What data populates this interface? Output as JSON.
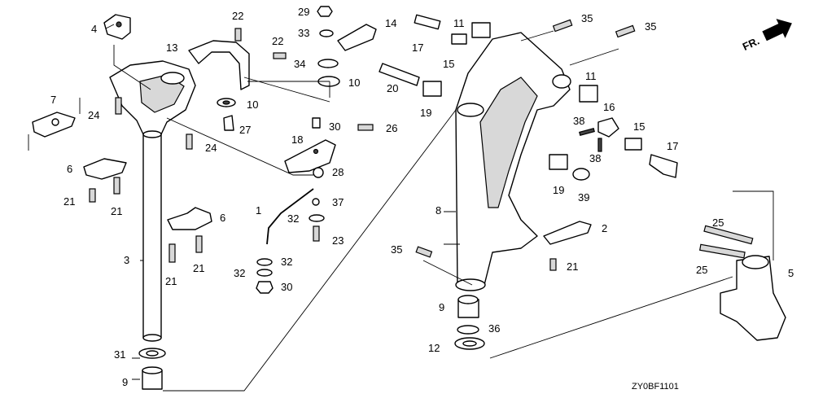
{
  "diagram": {
    "callouts": [
      {
        "id": "c4",
        "text": "4"
      },
      {
        "id": "c7",
        "text": "7"
      },
      {
        "id": "c24a",
        "text": "24"
      },
      {
        "id": "c24b",
        "text": "24"
      },
      {
        "id": "c6a",
        "text": "6"
      },
      {
        "id": "c21a",
        "text": "21"
      },
      {
        "id": "c21b",
        "text": "21"
      },
      {
        "id": "c6b",
        "text": "6"
      },
      {
        "id": "c21c",
        "text": "21"
      },
      {
        "id": "c21d",
        "text": "21"
      },
      {
        "id": "c3",
        "text": "3"
      },
      {
        "id": "c31",
        "text": "31"
      },
      {
        "id": "c9a",
        "text": "9"
      },
      {
        "id": "c22a",
        "text": "22"
      },
      {
        "id": "c13",
        "text": "13"
      },
      {
        "id": "c22b",
        "text": "22"
      },
      {
        "id": "c10a",
        "text": "10"
      },
      {
        "id": "c27",
        "text": "27"
      },
      {
        "id": "c29",
        "text": "29"
      },
      {
        "id": "c14",
        "text": "14"
      },
      {
        "id": "c33",
        "text": "33"
      },
      {
        "id": "c34",
        "text": "34"
      },
      {
        "id": "c10b",
        "text": "10"
      },
      {
        "id": "c30a",
        "text": "30"
      },
      {
        "id": "c26",
        "text": "26"
      },
      {
        "id": "c18",
        "text": "18"
      },
      {
        "id": "c28",
        "text": "28"
      },
      {
        "id": "c1",
        "text": "1"
      },
      {
        "id": "c37",
        "text": "37"
      },
      {
        "id": "c32a",
        "text": "32"
      },
      {
        "id": "c23",
        "text": "23"
      },
      {
        "id": "c32b",
        "text": "32"
      },
      {
        "id": "c32c",
        "text": "32"
      },
      {
        "id": "c30b",
        "text": "30"
      },
      {
        "id": "c17a",
        "text": "17"
      },
      {
        "id": "c11a",
        "text": "11"
      },
      {
        "id": "c15a",
        "text": "15"
      },
      {
        "id": "c20",
        "text": "20"
      },
      {
        "id": "c19a",
        "text": "19"
      },
      {
        "id": "c35a",
        "text": "35"
      },
      {
        "id": "c35b",
        "text": "35"
      },
      {
        "id": "c11b",
        "text": "11"
      },
      {
        "id": "c16",
        "text": "16"
      },
      {
        "id": "c38a",
        "text": "38"
      },
      {
        "id": "c38b",
        "text": "38"
      },
      {
        "id": "c15b",
        "text": "15"
      },
      {
        "id": "c17b",
        "text": "17"
      },
      {
        "id": "c19b",
        "text": "19"
      },
      {
        "id": "c39",
        "text": "39"
      },
      {
        "id": "c8",
        "text": "8"
      },
      {
        "id": "c2",
        "text": "2"
      },
      {
        "id": "c35c",
        "text": "35"
      },
      {
        "id": "c21e",
        "text": "21"
      },
      {
        "id": "c9b",
        "text": "9"
      },
      {
        "id": "c36",
        "text": "36"
      },
      {
        "id": "c12",
        "text": "12"
      },
      {
        "id": "c25a",
        "text": "25"
      },
      {
        "id": "c25b",
        "text": "25"
      },
      {
        "id": "c5",
        "text": "5"
      }
    ],
    "front_label": "FR.",
    "drawing_code": "ZY0BF1101"
  }
}
